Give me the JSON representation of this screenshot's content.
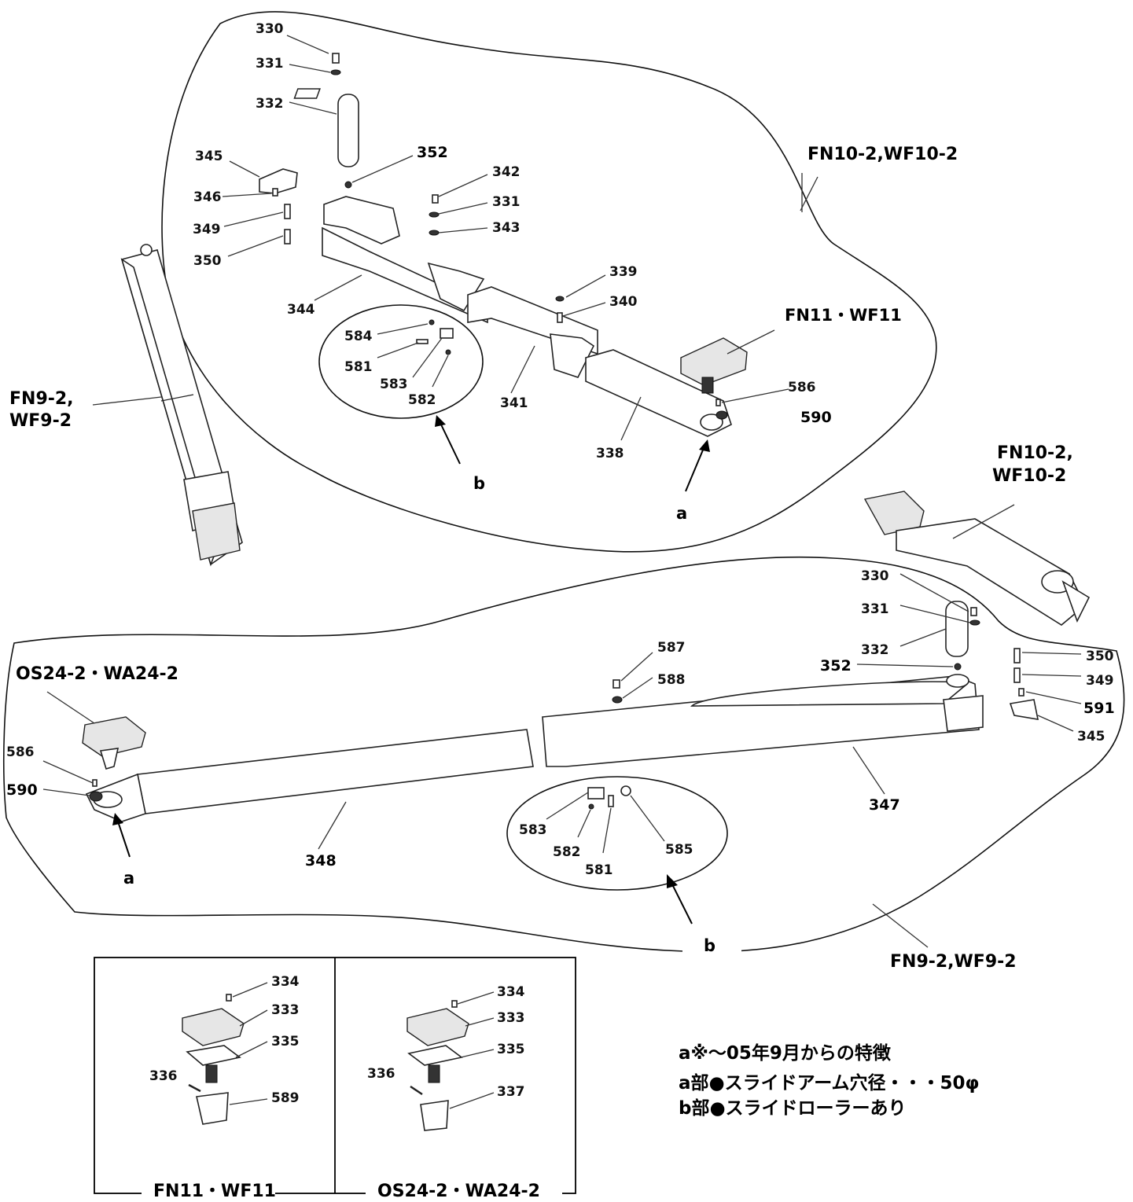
{
  "assemblies": {
    "upper": "FN10-2,WF10-2",
    "left_arm": [
      "FN9-2,",
      "WF9-2"
    ],
    "upper_pad": "FN11・WF11",
    "right_arm": [
      "FN10-2,",
      "WF10-2"
    ],
    "lower_pad": "OS24-2・WA24-2",
    "lower": "FN9-2,WF9-2"
  },
  "callouts": {
    "a": "a",
    "b": "b"
  },
  "upper_parts": {
    "p330": "330",
    "p331": "331",
    "p332": "332",
    "p345": "345",
    "p346": "346",
    "p349": "349",
    "p350": "350",
    "p352": "352",
    "p342": "342",
    "p331b": "331",
    "p343": "343",
    "p344": "344",
    "p339": "339",
    "p340": "340",
    "p584": "584",
    "p581": "581",
    "p583": "583",
    "p582": "582",
    "p341": "341",
    "p338": "338",
    "p586": "586",
    "p590": "590"
  },
  "lower_parts": {
    "p330": "330",
    "p331": "331",
    "p332": "332",
    "p352": "352",
    "p587": "587",
    "p588": "588",
    "p350": "350",
    "p349": "349",
    "p591": "591",
    "p345": "345",
    "p347": "347",
    "p586": "586",
    "p590": "590",
    "p348": "348",
    "p583": "583",
    "p582": "582",
    "p581": "581",
    "p585": "585"
  },
  "pad_box": {
    "left_title": "FN11・WF11",
    "right_title": "OS24-2・WA24-2",
    "left": {
      "p334": "334",
      "p333": "333",
      "p335": "335",
      "p336": "336",
      "p589": "589"
    },
    "right": {
      "p334": "334",
      "p333": "333",
      "p335": "335",
      "p336": "336",
      "p337": "337"
    }
  },
  "notes": {
    "line1": "a※～05年9月からの特徴",
    "line2": "a部●スライドアーム穴径・・・50φ",
    "line3": "b部●スライドローラーあり"
  }
}
